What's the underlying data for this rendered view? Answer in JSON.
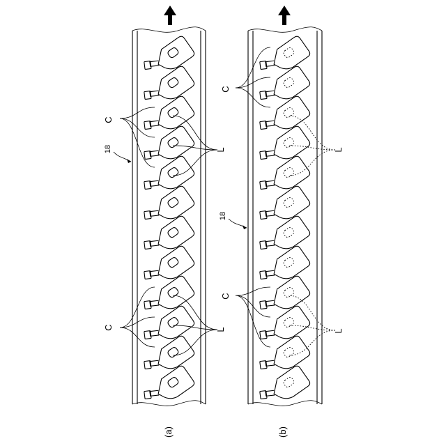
{
  "panels": [
    {
      "id": "a",
      "caption": "(a)",
      "ref_number": "18",
      "label_cap": "C",
      "label_label": "L",
      "label_style": "solid",
      "bottle_count": 12
    },
    {
      "id": "b",
      "caption": "(b)",
      "ref_number": "18",
      "label_cap": "C",
      "label_label": "L",
      "label_style": "dotted",
      "bottle_count": 12
    }
  ],
  "flow_direction_icon": "arrow-up-icon"
}
